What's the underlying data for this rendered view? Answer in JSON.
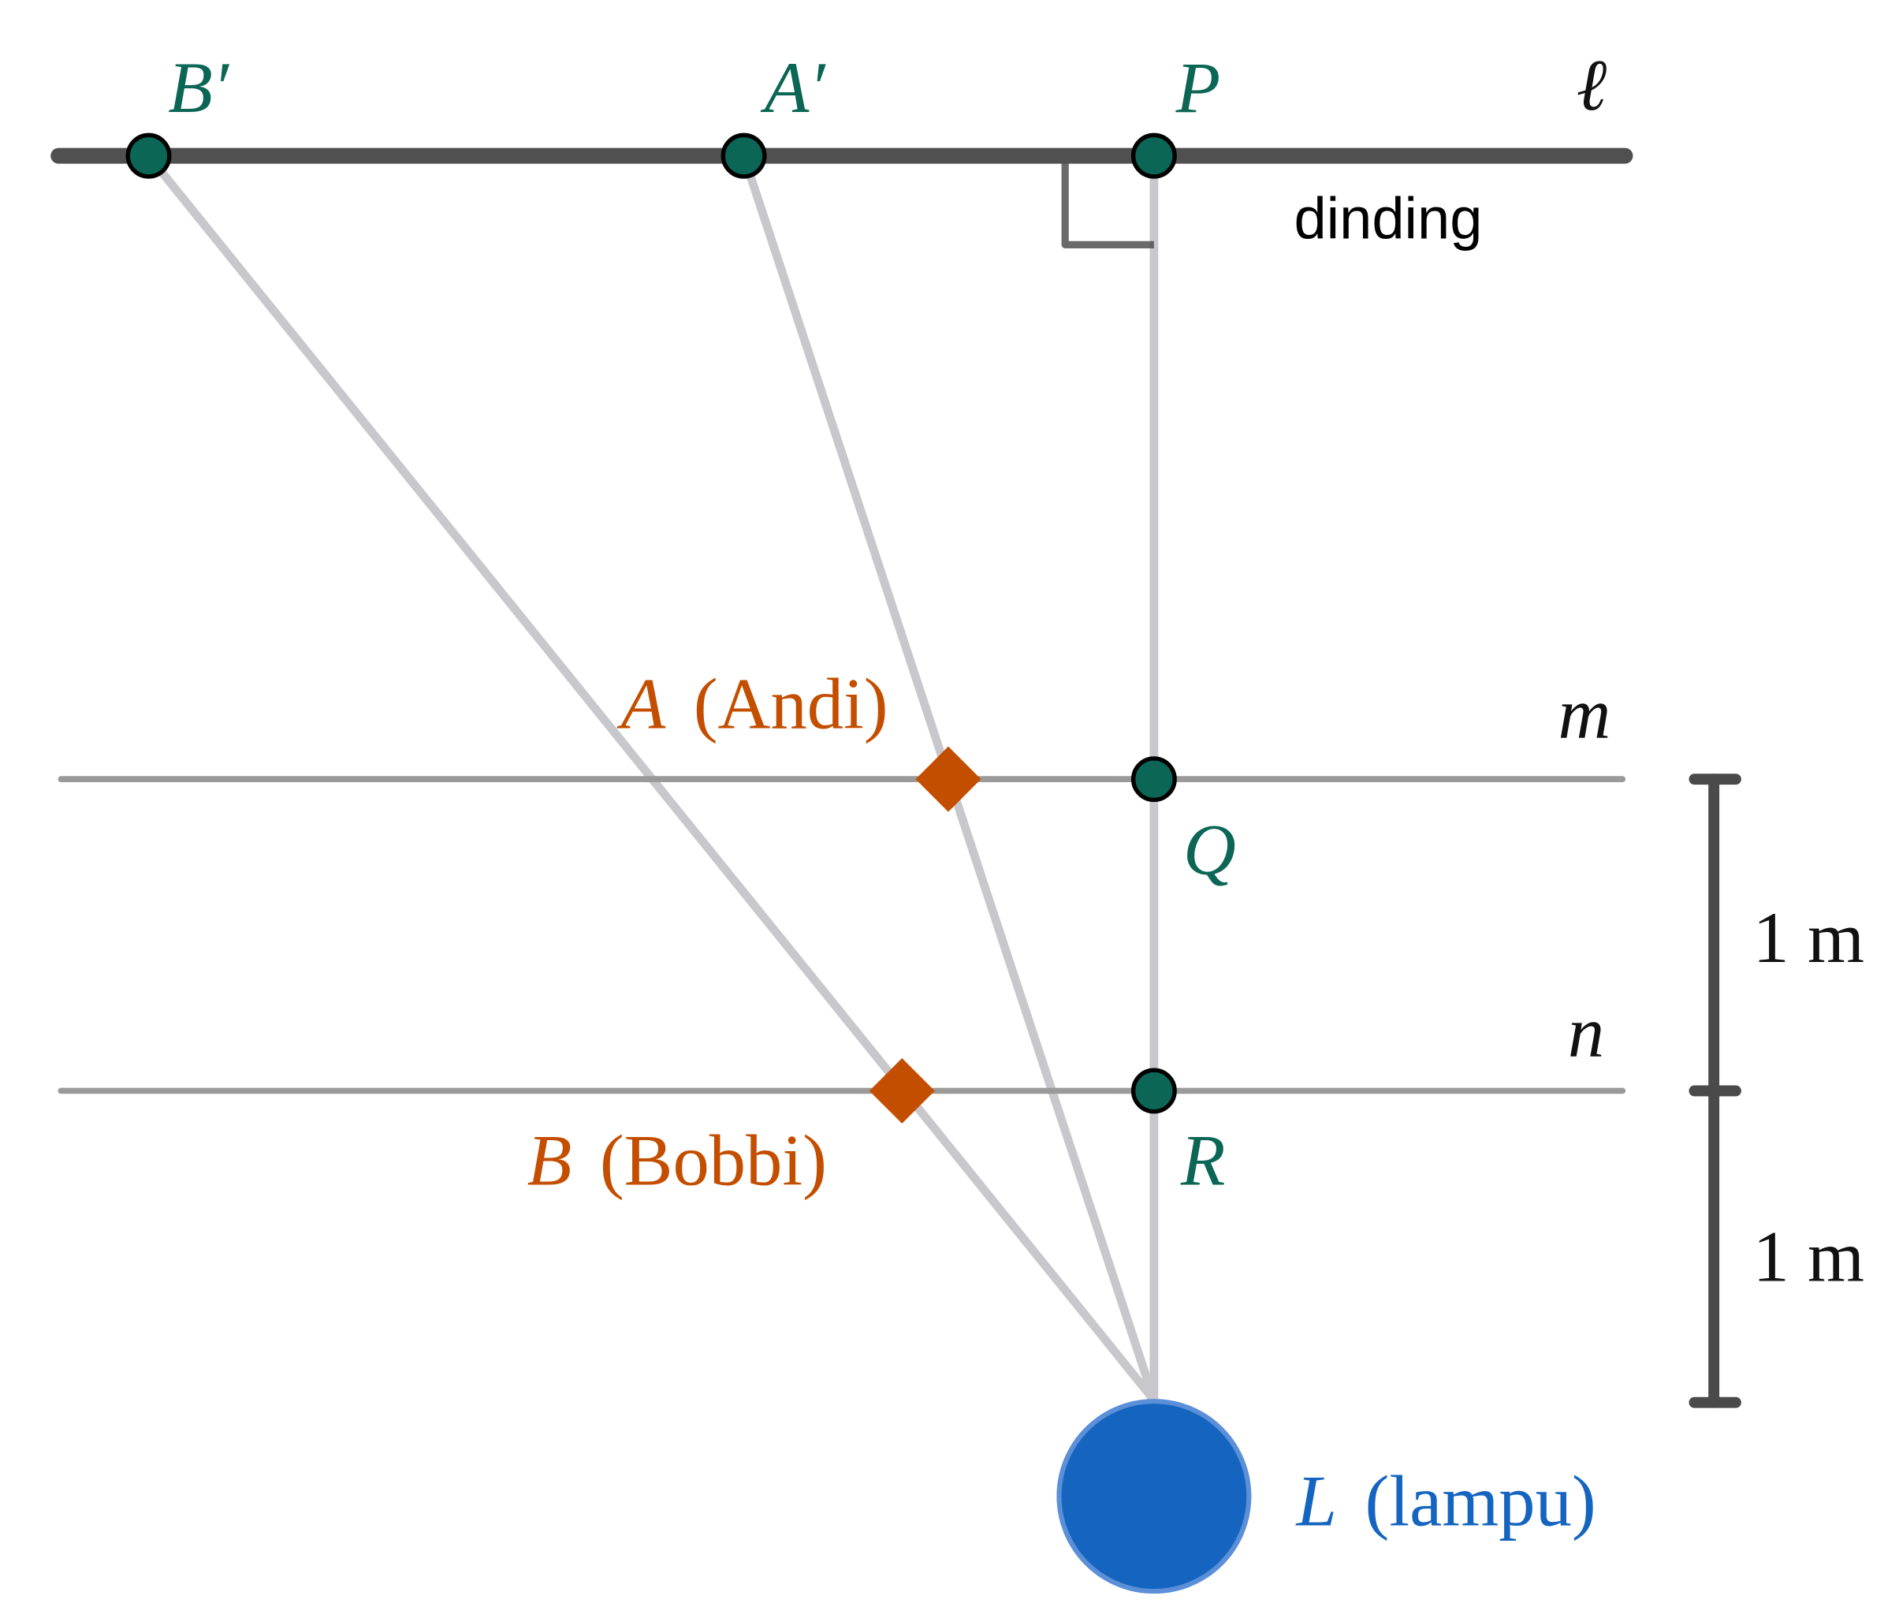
{
  "lines": {
    "wall": "ℓ",
    "wall_text": "dinding",
    "m": "m",
    "n": "n"
  },
  "points": {
    "B_prime": "B′",
    "A_prime": "A′",
    "P": "P",
    "Q": "Q",
    "R": "R",
    "A": "A",
    "A_name": "(Andi)",
    "B": "B",
    "B_name": "(Bobbi)",
    "L": "L",
    "L_name": "(lampu)"
  },
  "scale": {
    "upper": "1 m",
    "lower": "1 m"
  },
  "colors": {
    "point": "#0b6656",
    "person": "#c44e00",
    "lamp": "#1565c0",
    "wall": "#505050",
    "ray": "#c8c8cc",
    "guide": "#9a9a9a"
  }
}
